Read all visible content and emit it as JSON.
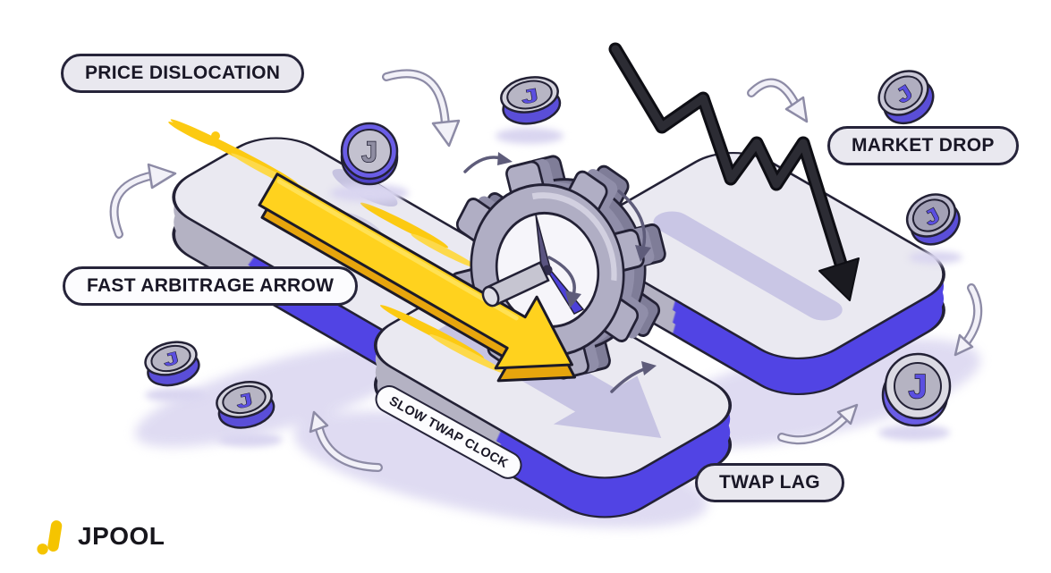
{
  "illustration": {
    "labels": {
      "price_dislocation": "PRICE DISLOCATION",
      "fast_arbitrage_arrow": "FAST ARBITRAGE ARROW",
      "market_drop": "MARKET DROP",
      "twap_lag": "TWAP LAG",
      "slow_twap_clock": "SLOW TWAP CLOCK"
    },
    "token_letter": "J",
    "icons": [
      "jpool-coin-icon",
      "gear-clock-icon",
      "fast-arbitrage-arrow-icon",
      "market-drop-arrow-icon",
      "cycle-arrow-icon",
      "rotation-arrow-icon",
      "jpool-logo-icon"
    ],
    "colors": {
      "accent_purple": "#5144e4",
      "arrow_yellow": "#ffd21e",
      "outline_ink": "#232135",
      "lavender_shadow": "#dcd8f1",
      "brand_yellow": "#f5c400"
    }
  },
  "brand": {
    "name": "JPOOL"
  }
}
